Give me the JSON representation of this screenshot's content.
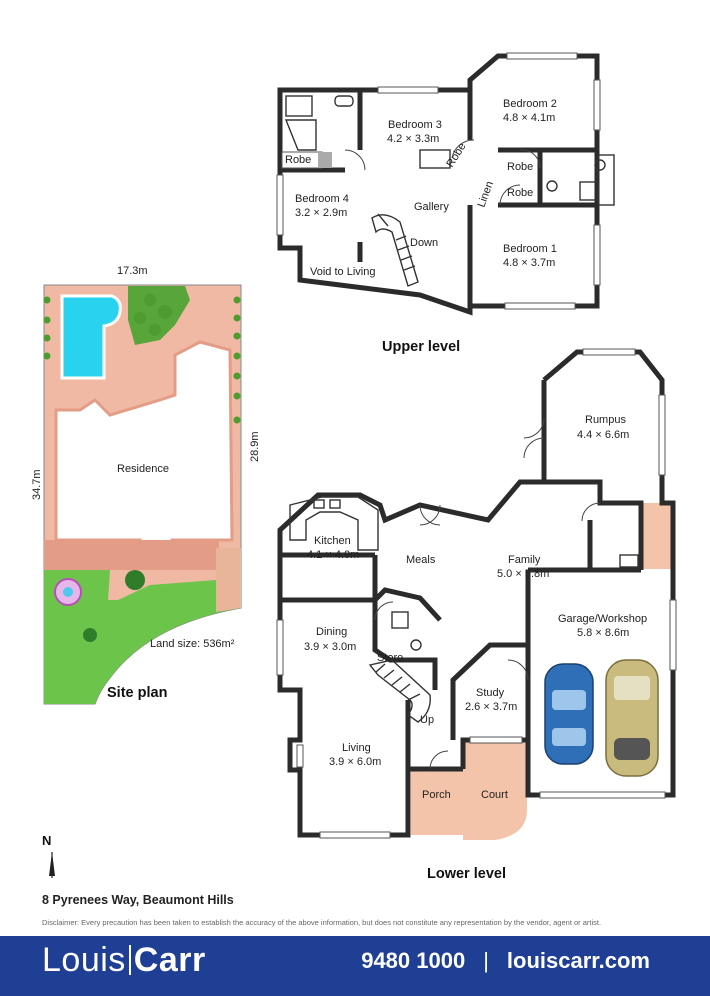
{
  "upper_level": {
    "heading": "Upper level",
    "rooms": {
      "bedroom3": {
        "name": "Bedroom 3",
        "size": "4.2 × 3.3m"
      },
      "bedroom2": {
        "name": "Bedroom 2",
        "size": "4.8 × 4.1m"
      },
      "bedroom4": {
        "name": "Bedroom 4",
        "size": "3.2 × 2.9m"
      },
      "bedroom1": {
        "name": "Bedroom 1",
        "size": "4.8 × 3.7m"
      }
    },
    "labels": {
      "robe": "Robe",
      "gallery": "Gallery",
      "linen": "Linen",
      "down": "Down",
      "void": "Void to Living"
    }
  },
  "lower_level": {
    "heading": "Lower level",
    "rooms": {
      "rumpus": {
        "name": "Rumpus",
        "size": "4.4 × 6.6m"
      },
      "kitchen": {
        "name": "Kitchen",
        "size": "4.1 × 4.0m"
      },
      "family": {
        "name": "Family",
        "size": "5.0 × 5.8m"
      },
      "dining": {
        "name": "Dining",
        "size": "3.9 × 3.0m"
      },
      "garage": {
        "name": "Garage/Workshop",
        "size": "5.8 × 8.6m"
      },
      "study": {
        "name": "Study",
        "size": "2.6 × 3.7m"
      },
      "living": {
        "name": "Living",
        "size": "3.9 × 6.0m"
      }
    },
    "labels": {
      "meals": "Meals",
      "store": "Store",
      "up": "Up",
      "porch": "Porch",
      "court": "Court"
    }
  },
  "site_plan": {
    "heading": "Site plan",
    "width": "17.3m",
    "depth_left": "34.7m",
    "depth_right": "28.9m",
    "residence": "Residence",
    "land_size": "Land size: 536m²"
  },
  "north": "N",
  "address": "8 Pyrenees Way, Beaumont Hills",
  "disclaimer": "Disclaimer: Every precaution has been taken to establish the accuracy of the above information, but does not constitute any representation by the vendor, agent or artist.",
  "footer": {
    "brand_first": "Louis",
    "brand_second": "Carr",
    "phone": "9480 1000",
    "separator": "|",
    "website": "louiscarr.com"
  },
  "colors": {
    "footer_bg": "#1f3f94",
    "tile": "#f3c4a9",
    "pool": "#29d3f0",
    "lawn": "#6cc44a",
    "paving": "#e8b49a",
    "house_roof": "#f1a392"
  }
}
